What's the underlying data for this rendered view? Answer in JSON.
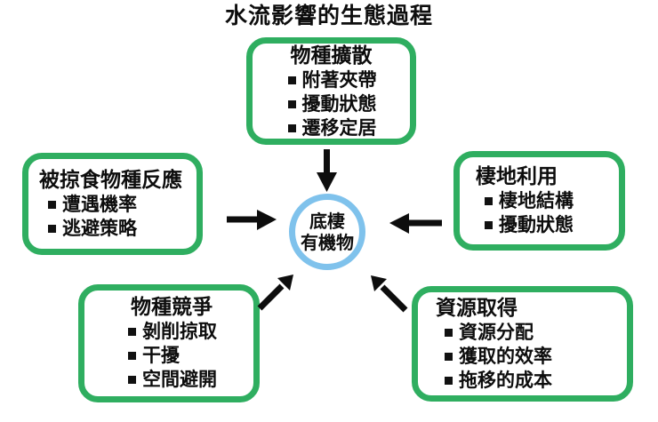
{
  "title": "水流影響的生態過程",
  "center": {
    "name": "center-node",
    "line1": "底棲",
    "line2": "有機物",
    "ring_color": "#7FC2EC"
  },
  "box_border_color": "#2FAE60",
  "background_color": "#FFFFFF",
  "nodes": [
    {
      "id": "dispersal",
      "title": "物種擴散",
      "items": [
        "附著夾帶",
        "擾動狀態",
        "遷移定居"
      ]
    },
    {
      "id": "prey-response",
      "title": "被掠食物種反應",
      "items": [
        "遭遇機率",
        "逃避策略"
      ]
    },
    {
      "id": "habitat-use",
      "title": "棲地利用",
      "items": [
        "棲地結構",
        "擾動狀態"
      ]
    },
    {
      "id": "competition",
      "title": "物種競爭",
      "items": [
        "剝削掠取",
        "干擾",
        "空間避開"
      ]
    },
    {
      "id": "resource",
      "title": "資源取得",
      "items": [
        "資源分配",
        "獲取的效率",
        "拖移的成本"
      ]
    }
  ],
  "arrows": [
    {
      "name": "arrow-dispersal-to-center",
      "direction": "down",
      "color": "#0d0d0d"
    },
    {
      "name": "arrow-prey-response-to-center",
      "direction": "right",
      "color": "#0d0d0d"
    },
    {
      "name": "arrow-habitat-use-to-center",
      "direction": "left",
      "color": "#0d0d0d"
    },
    {
      "name": "arrow-competition-to-center",
      "direction": "up-right",
      "color": "#0d0d0d"
    },
    {
      "name": "arrow-resource-to-center",
      "direction": "up-left",
      "color": "#0d0d0d"
    }
  ]
}
